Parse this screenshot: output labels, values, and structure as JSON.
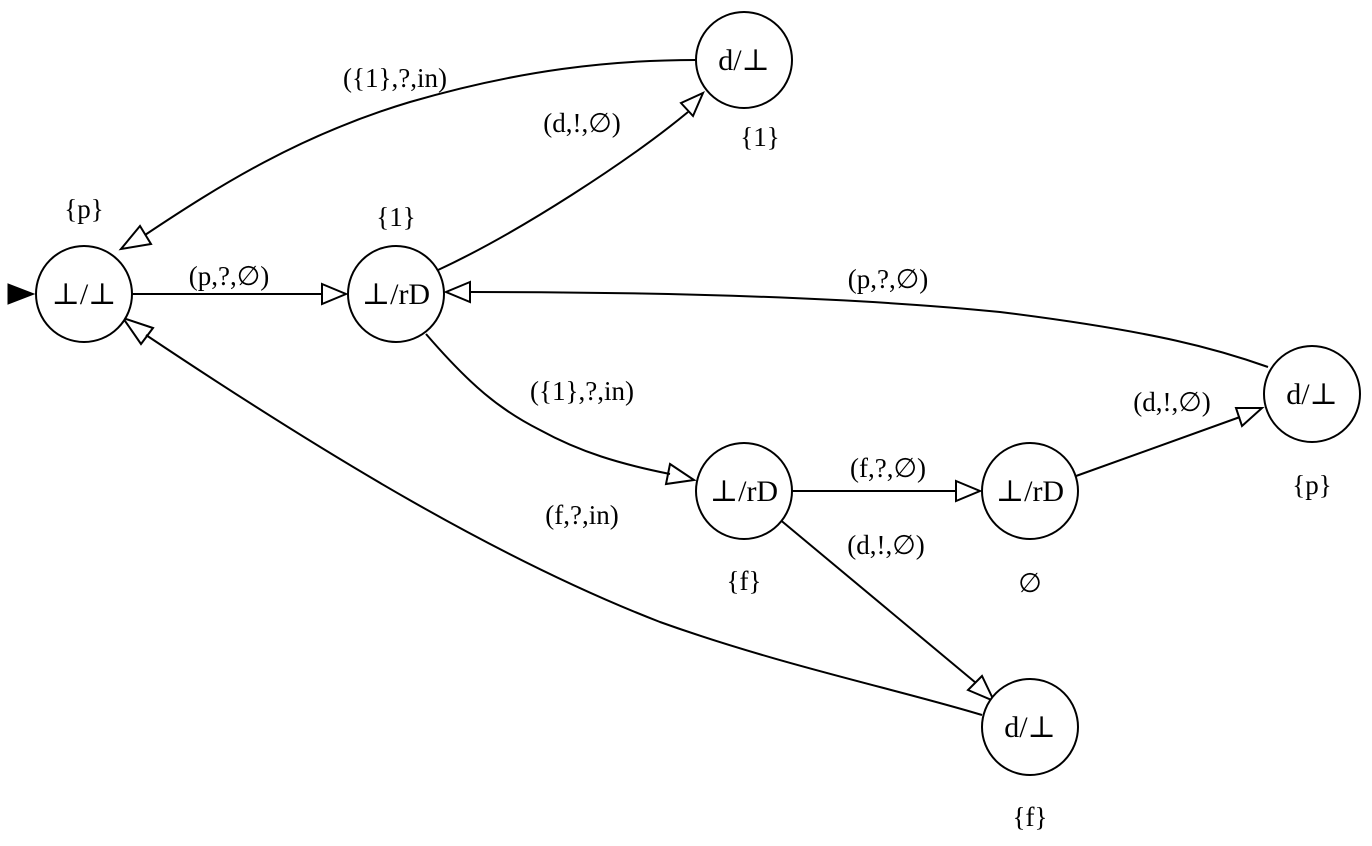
{
  "nodes": [
    {
      "id": "n0",
      "label": "⊥/⊥",
      "set": "{p}"
    },
    {
      "id": "n1",
      "label": "⊥/rD",
      "set": "{1}"
    },
    {
      "id": "n2",
      "label": "d/⊥",
      "set": "{1}"
    },
    {
      "id": "n3",
      "label": "⊥/rD",
      "set": "{f}"
    },
    {
      "id": "n4",
      "label": "⊥/rD",
      "set": "∅"
    },
    {
      "id": "n5",
      "label": "d/⊥",
      "set": "{p}"
    },
    {
      "id": "n6",
      "label": "d/⊥",
      "set": "{f}"
    }
  ],
  "edges": [
    {
      "id": "e01",
      "label": "(p,?,∅)"
    },
    {
      "id": "e12",
      "label": "(d,!,∅)"
    },
    {
      "id": "e20",
      "label": "({1},?,in)"
    },
    {
      "id": "e13",
      "label": "({1},?,in)"
    },
    {
      "id": "e34",
      "label": "(f,?,∅)"
    },
    {
      "id": "e45",
      "label": "(d,!,∅)"
    },
    {
      "id": "e51",
      "label": "(p,?,∅)"
    },
    {
      "id": "e36",
      "label": "(d,!,∅)"
    },
    {
      "id": "e60",
      "label": "(f,?,in)"
    }
  ],
  "colors": {
    "stroke": "#000000",
    "fill": "#ffffff",
    "background": "#ffffff"
  }
}
